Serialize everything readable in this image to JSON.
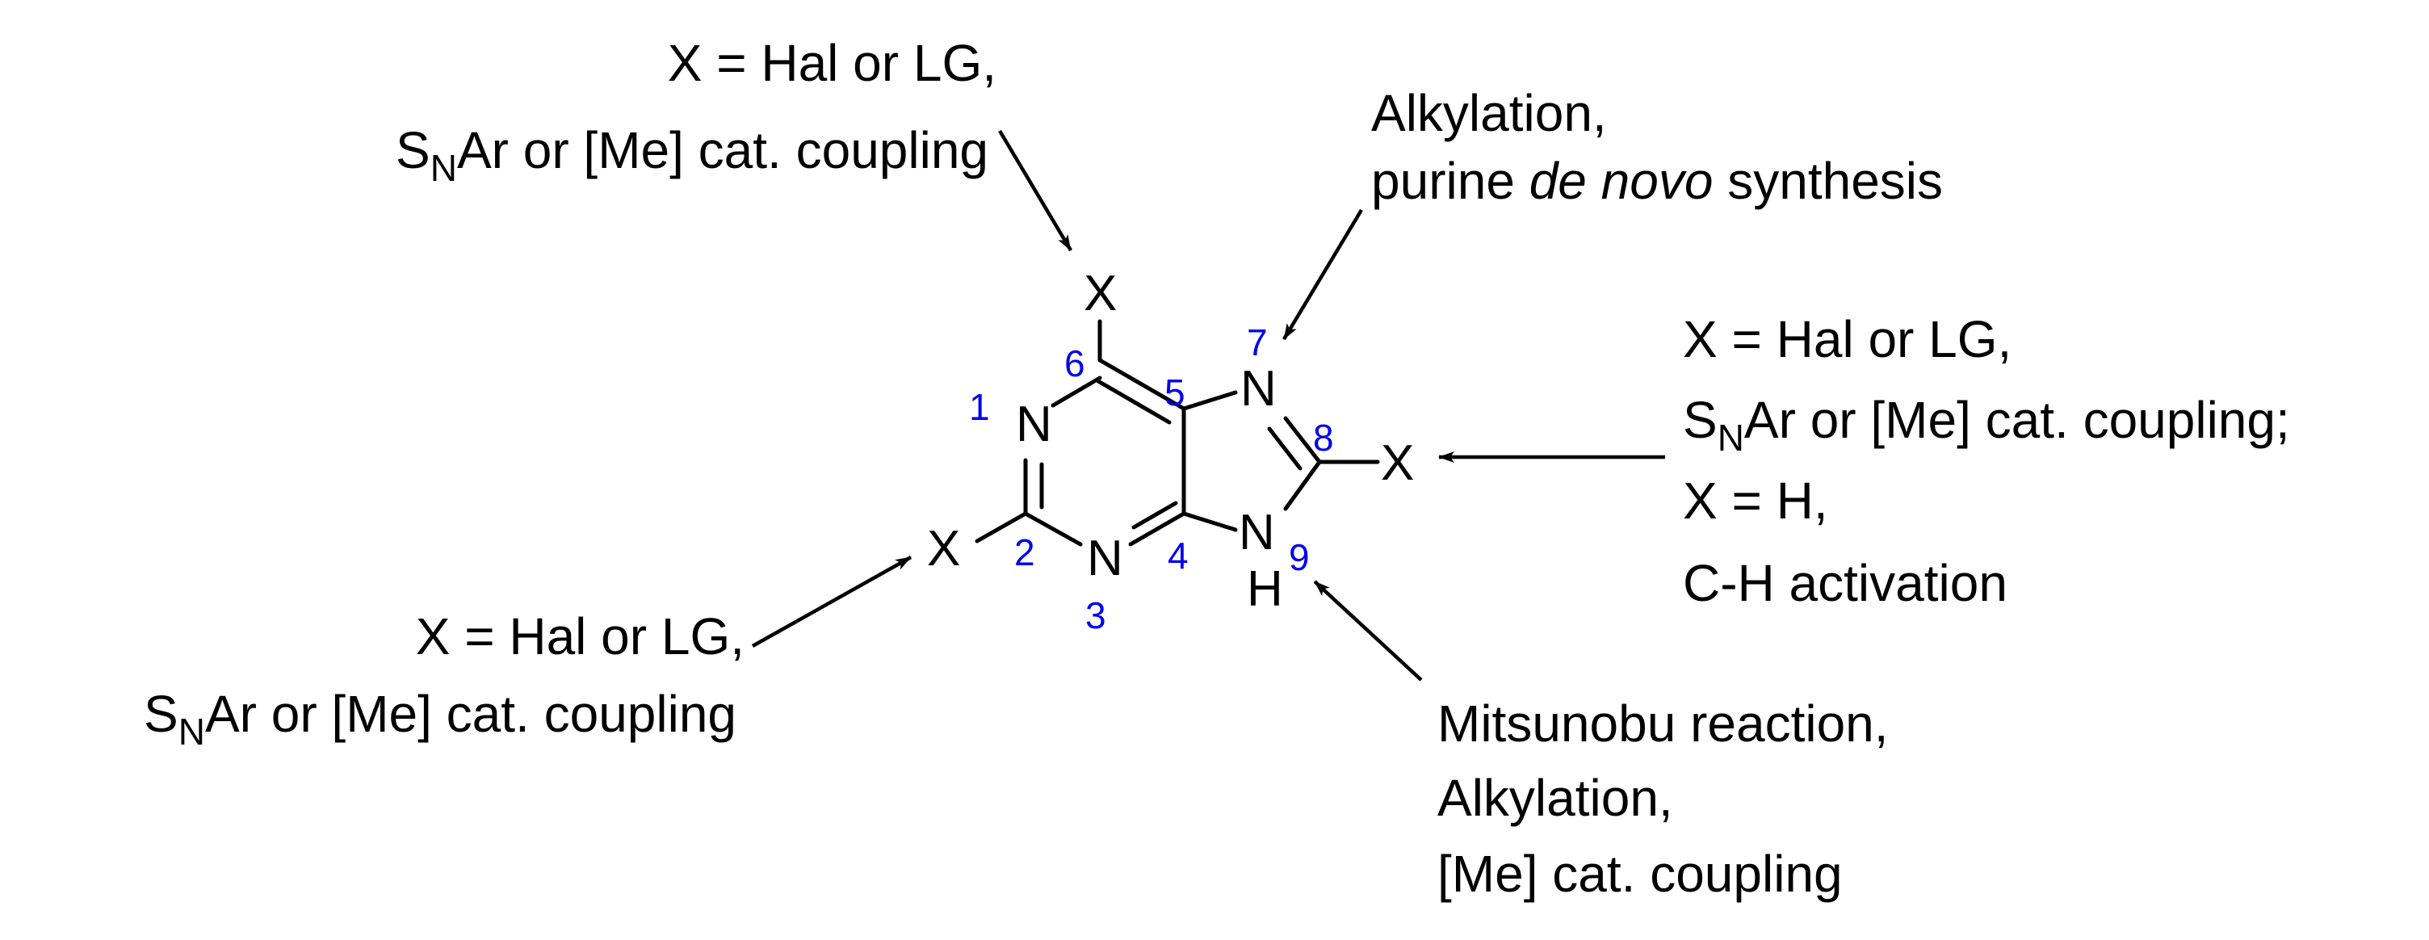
{
  "atoms": {
    "n1": "N",
    "n3": "N",
    "n7": "N",
    "n9": "N",
    "h9": "H",
    "x6": "X",
    "x2": "X",
    "x8": "X"
  },
  "numbers": {
    "p1": "1",
    "p2": "2",
    "p3": "3",
    "p4": "4",
    "p5": "5",
    "p6": "6",
    "p7": "7",
    "p8": "8",
    "p9": "9"
  },
  "annotations": {
    "c6": {
      "line1": "X = Hal or LG,",
      "s": "S",
      "sub": "N",
      "rest": "Ar or [Me] cat. coupling"
    },
    "n7": {
      "line1": "Alkylation,",
      "pre": "purine ",
      "italic": "de novo",
      "post": " synthesis"
    },
    "c8": {
      "line1": "X = Hal or LG,",
      "s": "S",
      "sub": "N",
      "rest": "Ar or [Me] cat. coupling;",
      "line3": "X = H,",
      "line4": "C-H activation"
    },
    "c2": {
      "line1": "X = Hal or LG,",
      "s": "S",
      "sub": "N",
      "rest": "Ar or [Me] cat. coupling"
    },
    "n9": {
      "line1": "Mitsunobu reaction,",
      "line2": "Alkylation,",
      "line3": "[Me] cat. coupling"
    }
  }
}
